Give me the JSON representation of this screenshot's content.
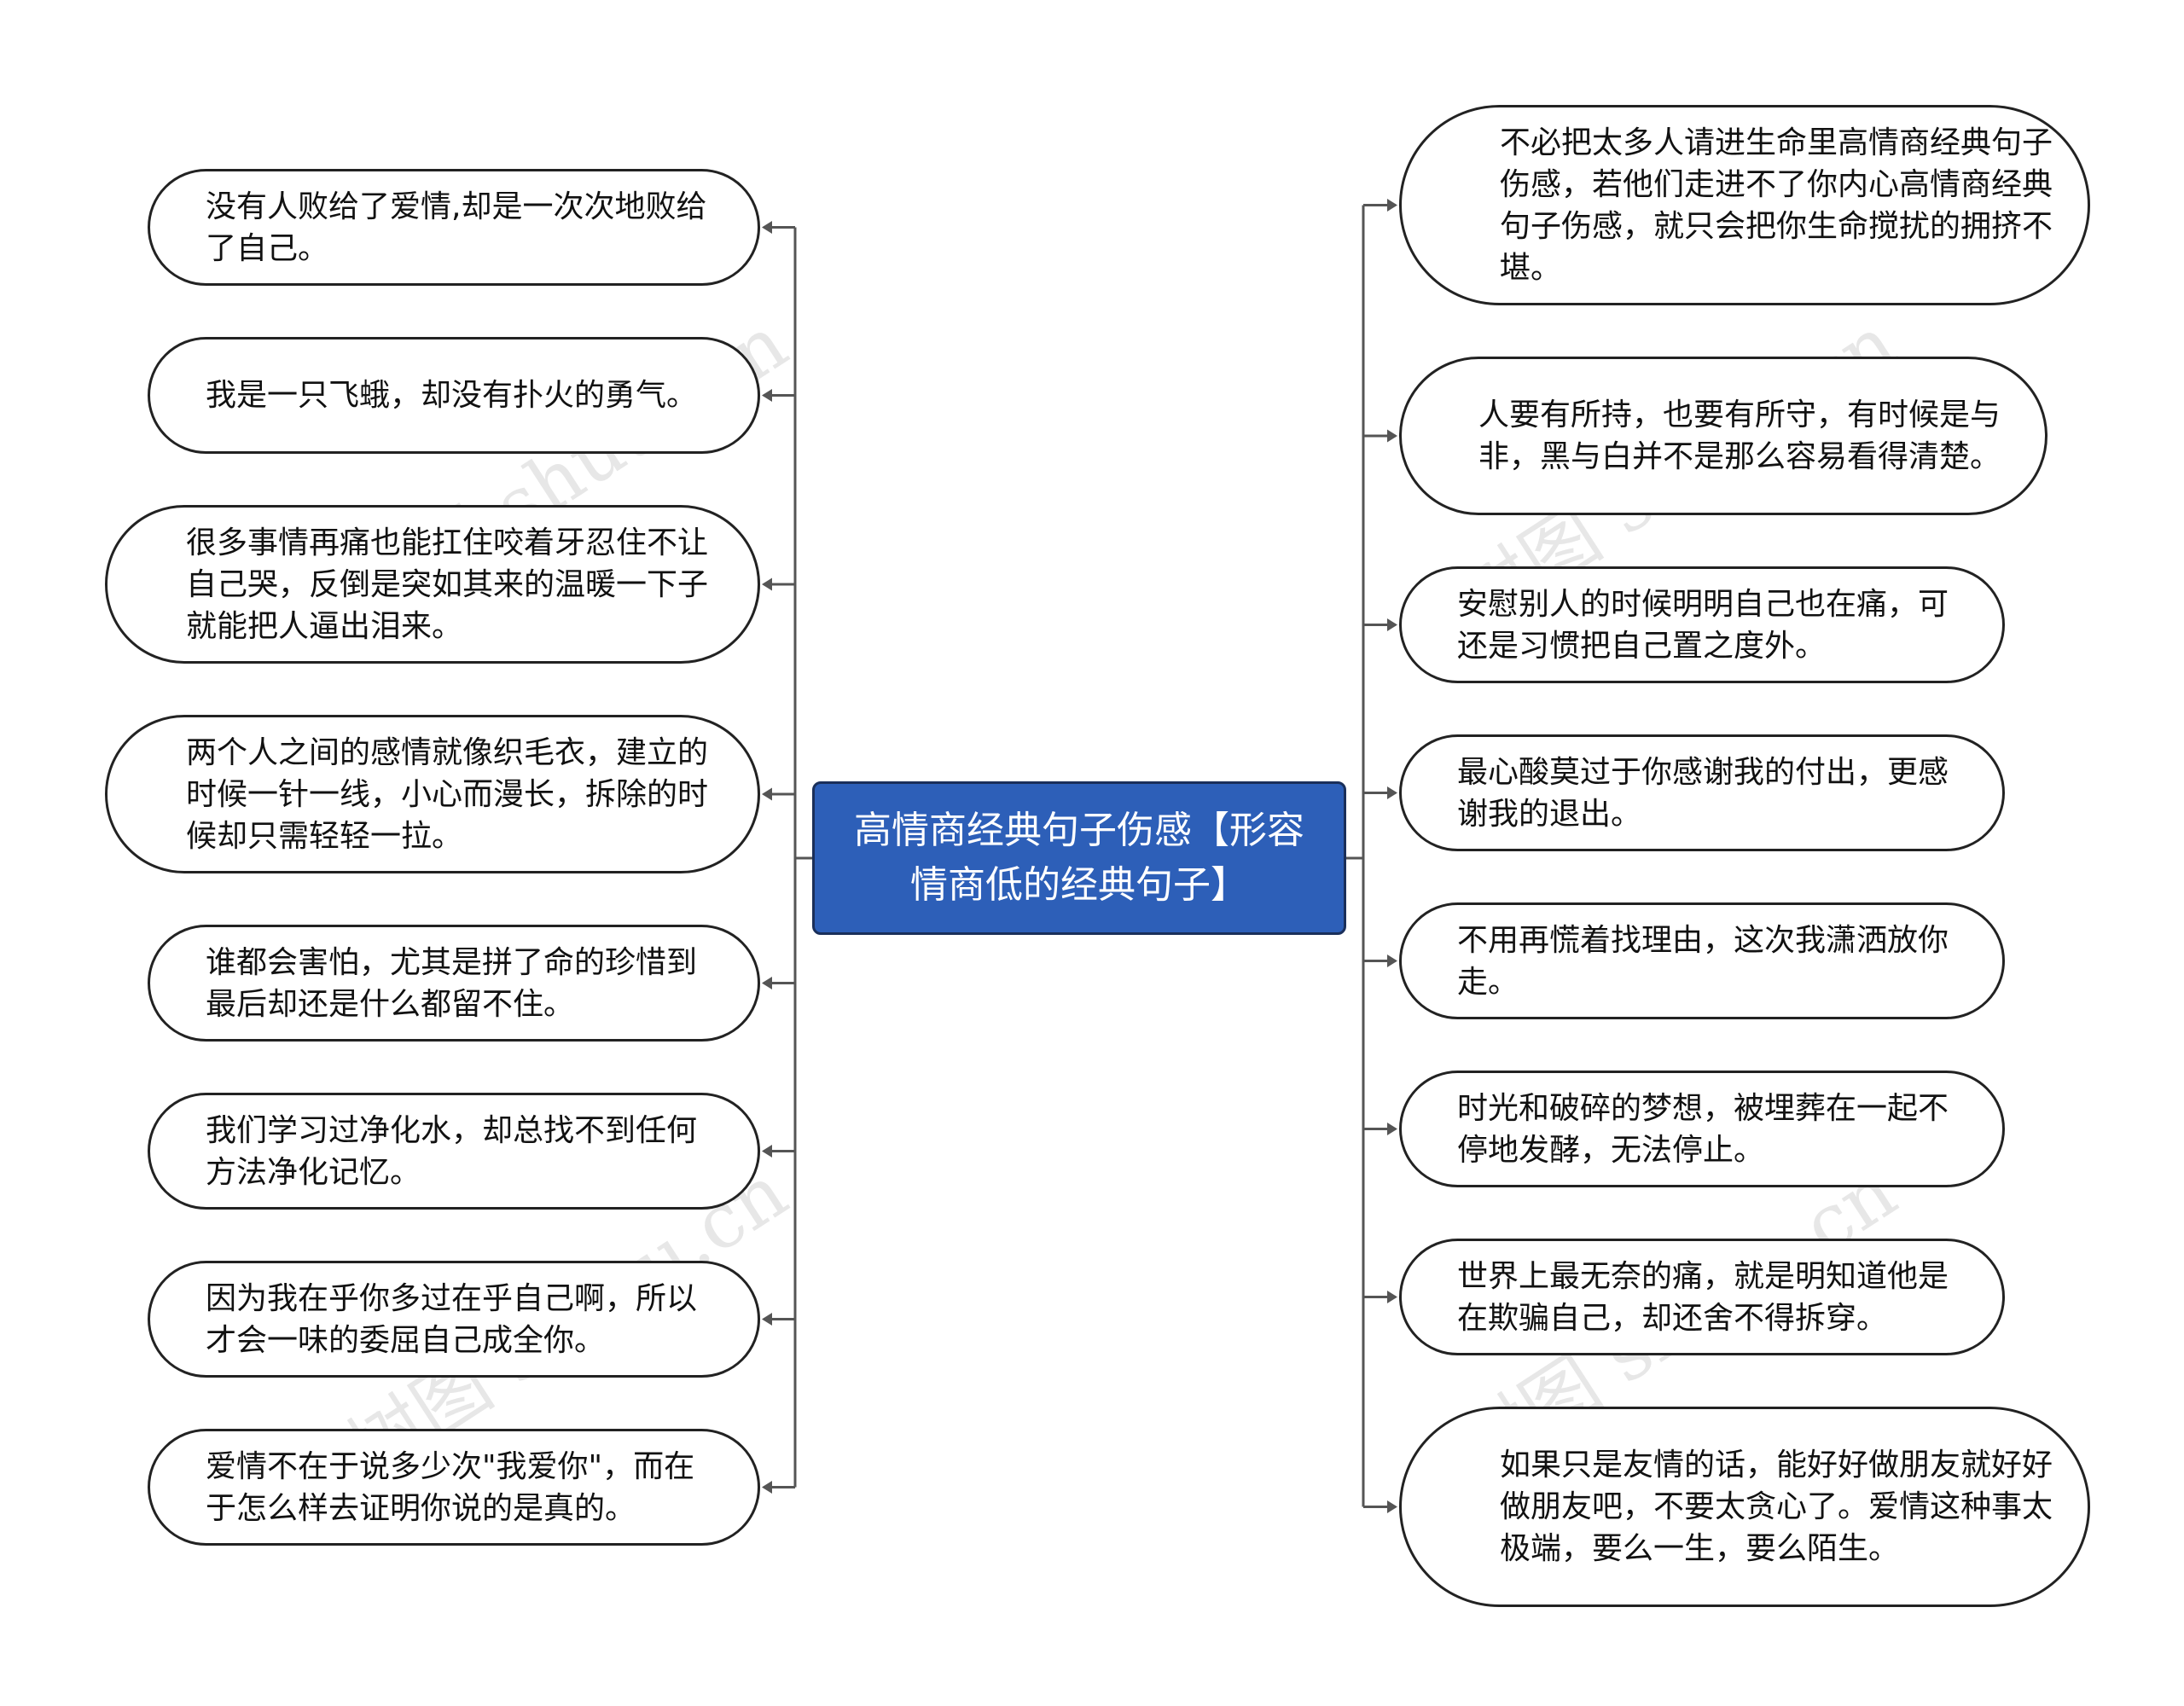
{
  "root": {
    "text": "高情商经典句子伤感【形容情商低的经典句子】"
  },
  "left_nodes": [
    {
      "text": "没有人败给了爱情,却是一次次地败给了自己。"
    },
    {
      "text": "我是一只飞蛾，却没有扑火的勇气。"
    },
    {
      "text": "很多事情再痛也能扛住咬着牙忍住不让自己哭，反倒是突如其来的温暖一下子就能把人逼出泪来。"
    },
    {
      "text": "两个人之间的感情就像织毛衣，建立的时候一针一线，小心而漫长，拆除的时候却只需轻轻一拉。"
    },
    {
      "text": "谁都会害怕，尤其是拼了命的珍惜到最后却还是什么都留不住。"
    },
    {
      "text": "我们学习过净化水，却总找不到任何方法净化记忆。"
    },
    {
      "text": "因为我在乎你多过在乎自己啊，所以才会一味的委屈自己成全你。"
    },
    {
      "text": "爱情不在于说多少次\"我爱你\"，而在于怎么样去证明你说的是真的。"
    }
  ],
  "right_nodes": [
    {
      "text": "不必把太多人请进生命里高情商经典句子伤感，若他们走进不了你内心高情商经典句子伤感，就只会把你生命搅扰的拥挤不堪。"
    },
    {
      "text": "人要有所持，也要有所守，有时候是与非，黑与白并不是那么容易看得清楚。"
    },
    {
      "text": "安慰别人的时候明明自己也在痛，可还是习惯把自己置之度外。"
    },
    {
      "text": "最心酸莫过于你感谢我的付出，更感谢我的退出。"
    },
    {
      "text": "不用再慌着找理由，这次我潇洒放你走。"
    },
    {
      "text": "时光和破碎的梦想，被埋葬在一起不停地发酵，无法停止。"
    },
    {
      "text": "世界上最无奈的痛，就是明知道他是在欺骗自己，却还舍不得拆穿。"
    },
    {
      "text": "如果只是友情的话，能好好做朋友就好好做朋友吧，不要太贪心了。爱情这种事太极端，要么一生，要么陌生。"
    }
  ],
  "watermark": "树图 shutu.cn",
  "colors": {
    "root_fill": "#2d5fb8",
    "line": "#555555",
    "node_border": "#222222"
  }
}
